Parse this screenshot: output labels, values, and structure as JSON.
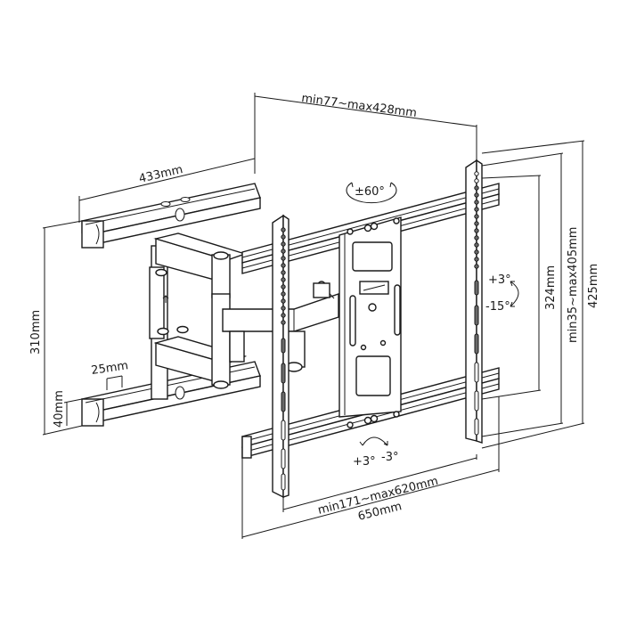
{
  "diagram": {
    "subject": "Full-motion articulating TV wall mount",
    "background_color": "#ffffff",
    "line_color": "#1a1a1a"
  },
  "dimensions": {
    "arm_extension": "min77~max428mm",
    "wall_plate_width": "433mm",
    "wall_plate_height": "310mm",
    "wall_rail_height": "40mm",
    "wall_rail_spacing": "25mm",
    "tv_rail_vertical_spacing": "324mm",
    "vesa_vertical_range": "min35~max405mm",
    "tv_bracket_height": "425mm",
    "vesa_horizontal_range": "min171~max620mm",
    "tv_bracket_width": "650mm"
  },
  "rotations": {
    "swivel": "±60°",
    "tilt_up": "+3°",
    "tilt_down": "-15°",
    "level_plus": "+3°",
    "level_minus": "-3°"
  }
}
